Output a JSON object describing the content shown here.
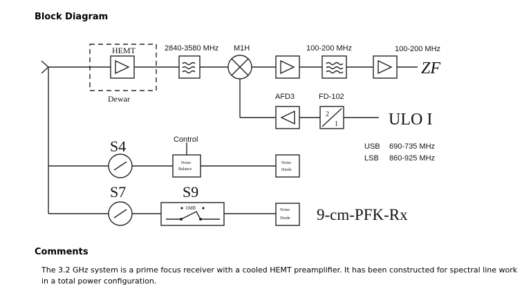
{
  "headings": {
    "block_diagram": "Block Diagram",
    "comments": "Comments"
  },
  "diagram": {
    "hemt": "HEMT",
    "dewar": "Dewar",
    "bandpass_1": "2840-3580 MHz",
    "mixer": "M1H",
    "bandpass_2": "100-200 MHz",
    "amp_out": "100-200 MHz",
    "zf": "ZF",
    "afd3": "AFD3",
    "fd102": "FD-102",
    "divider_top": "2",
    "divider_bottom": "1",
    "ulo": "ULO I",
    "usb_label": "USB",
    "usb_range": "690-735 MHz",
    "lsb_label": "LSB",
    "lsb_range": "860-925 MHz",
    "s4": "S4",
    "control": "Control",
    "noise_balance_1": "Noise",
    "noise_balance_2": "Balance",
    "noise_diode_1": "Noise",
    "noise_diode_2": "Diode",
    "s7": "S7",
    "s9": "S9",
    "attenuator": "10dB",
    "noise_diode_b1": "Noise",
    "noise_diode_b2": "Diode",
    "receiver_name": "9-cm-PFK-Rx"
  },
  "comments_text": "The 3.2 GHz system is a prime focus receiver with a cooled HEMT preamplifier. It has been constructed for spectral line work in a total power configuration."
}
